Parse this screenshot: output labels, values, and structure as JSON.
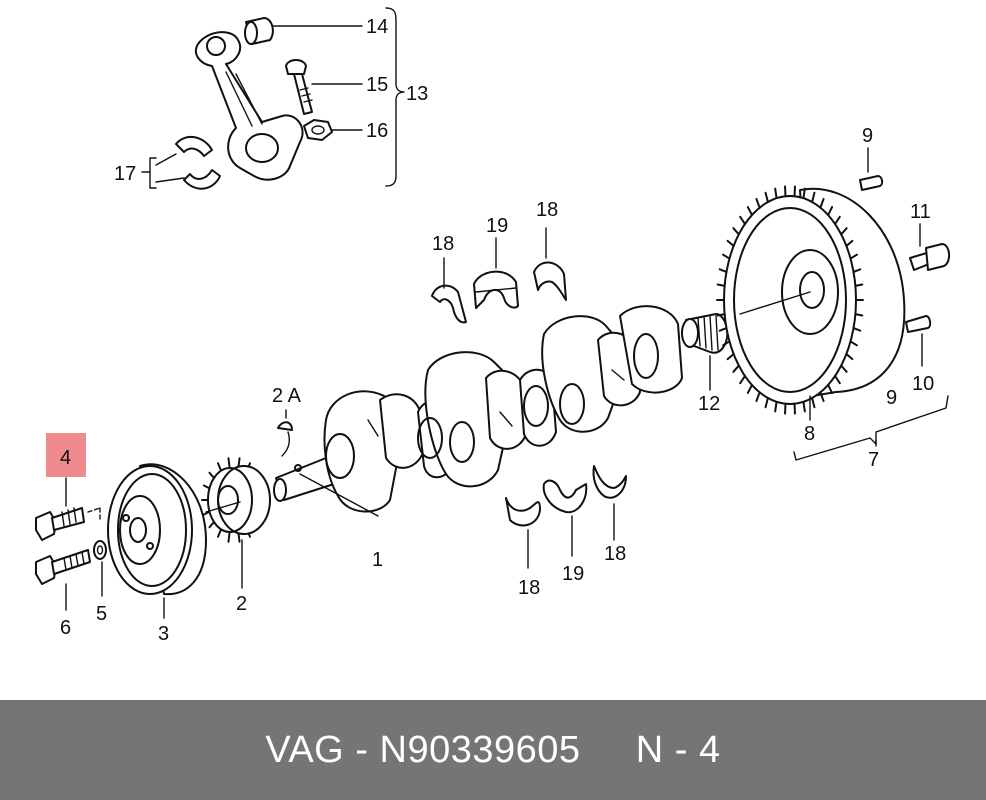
{
  "diagram": {
    "highlight_color": "#ef8a8f",
    "group_label": "13",
    "callouts": [
      {
        "id": "c14",
        "label": "14",
        "highlighted": false
      },
      {
        "id": "c15",
        "label": "15",
        "highlighted": false
      },
      {
        "id": "c16",
        "label": "16",
        "highlighted": false
      },
      {
        "id": "c17",
        "label": "17",
        "highlighted": false
      },
      {
        "id": "c9a",
        "label": "9",
        "highlighted": false
      },
      {
        "id": "c11",
        "label": "11",
        "highlighted": false
      },
      {
        "id": "c18a",
        "label": "18",
        "highlighted": false
      },
      {
        "id": "c19a",
        "label": "19",
        "highlighted": false
      },
      {
        "id": "c18b",
        "label": "18",
        "highlighted": false
      },
      {
        "id": "c2a",
        "label": "2 A",
        "highlighted": false
      },
      {
        "id": "c12",
        "label": "12",
        "highlighted": false
      },
      {
        "id": "c10",
        "label": "10",
        "highlighted": false
      },
      {
        "id": "c9b",
        "label": "9",
        "highlighted": false
      },
      {
        "id": "c8",
        "label": "8",
        "highlighted": false
      },
      {
        "id": "c7",
        "label": "7",
        "highlighted": false
      },
      {
        "id": "c4",
        "label": "4",
        "highlighted": true
      },
      {
        "id": "c1",
        "label": "1",
        "highlighted": false
      },
      {
        "id": "c5",
        "label": "5",
        "highlighted": false
      },
      {
        "id": "c6",
        "label": "6",
        "highlighted": false
      },
      {
        "id": "c2",
        "label": "2",
        "highlighted": false
      },
      {
        "id": "c3",
        "label": "3",
        "highlighted": false
      },
      {
        "id": "c18c",
        "label": "18",
        "highlighted": false
      },
      {
        "id": "c19b",
        "label": "19",
        "highlighted": false
      },
      {
        "id": "c18d",
        "label": "18",
        "highlighted": false
      }
    ]
  },
  "footer": {
    "background_color": "#757575",
    "text": "VAG - N90339605     N - 4"
  }
}
